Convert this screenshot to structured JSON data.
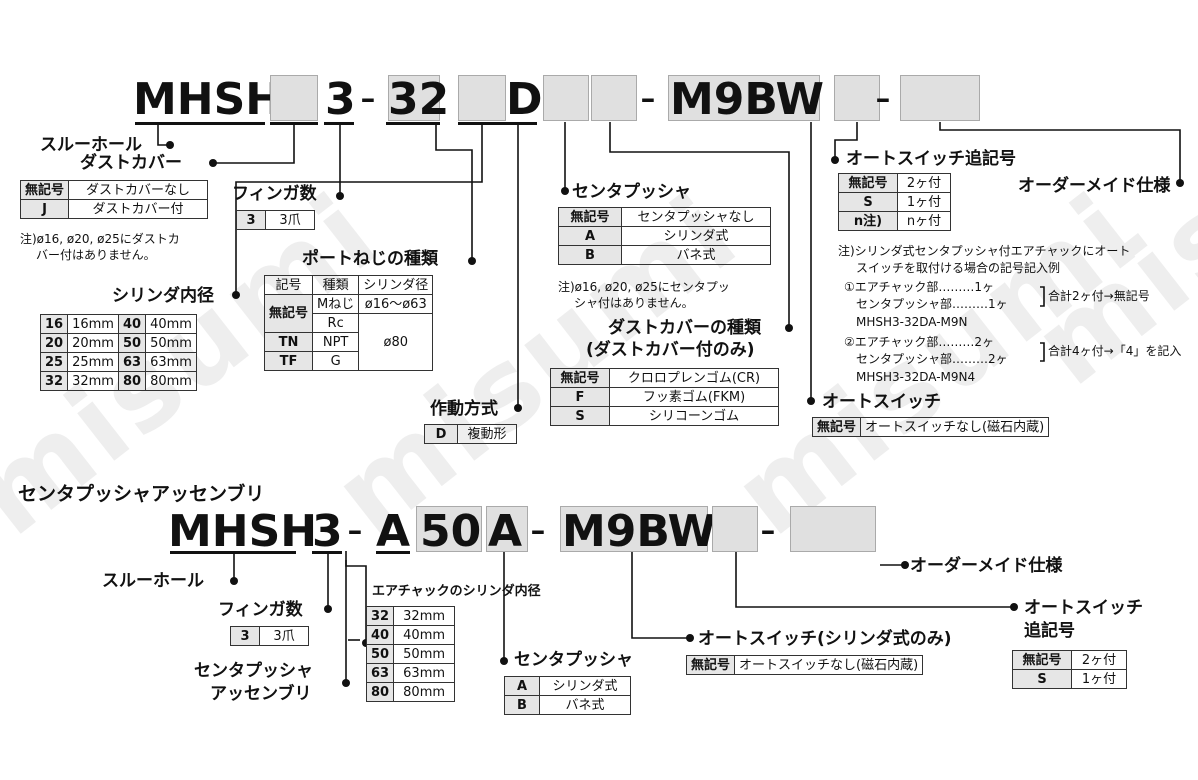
{
  "watermark": "misumi",
  "top": {
    "seg_mhsh": "MHSH",
    "seg_3": "3",
    "dash": "-",
    "seg_32": "32",
    "seg_d": "D",
    "seg_m9bw": "M9BW",
    "through_hole": "スルーホール",
    "dust_cover": {
      "label": "ダストカバー",
      "rows": [
        [
          "無記号",
          "ダストカバーなし"
        ],
        [
          "J",
          "ダストカバー付"
        ]
      ],
      "note": [
        "注)ø16, ø20, ø25にダストカ",
        "バー付はありません。"
      ]
    },
    "finger": {
      "label": "フィンガ数",
      "rows": [
        [
          "3",
          "3爪"
        ]
      ]
    },
    "port": {
      "label": "ポートねじの種類",
      "header": [
        "記号",
        "種類",
        "シリンダ径"
      ],
      "r1": [
        "無記号",
        "Mねじ",
        "ø16〜ø63"
      ],
      "r2": "Rc",
      "r3": [
        "TN",
        "NPT",
        "ø80"
      ],
      "r4": [
        "TF",
        "G"
      ]
    },
    "bore": {
      "label": "シリンダ内径",
      "rows": [
        [
          "16",
          "16mm",
          "40",
          "40mm"
        ],
        [
          "20",
          "20mm",
          "50",
          "50mm"
        ],
        [
          "25",
          "25mm",
          "63",
          "63mm"
        ],
        [
          "32",
          "32mm",
          "80",
          "80mm"
        ]
      ]
    },
    "action": {
      "label": "作動方式",
      "rows": [
        [
          "D",
          "複動形"
        ]
      ]
    },
    "center": {
      "label": "センタプッシャ",
      "rows": [
        [
          "無記号",
          "センタプッシャなし"
        ],
        [
          "A",
          "シリンダ式"
        ],
        [
          "B",
          "バネ式"
        ]
      ],
      "note": [
        "注)ø16, ø20, ø25にセンタプッ",
        "シャ付はありません。"
      ]
    },
    "dust_type": {
      "label1": "ダストカバーの種類",
      "label2": "(ダストカバー付のみ)",
      "rows": [
        [
          "無記号",
          "クロロプレンゴム(CR)"
        ],
        [
          "F",
          "フッ素ゴム(FKM)"
        ],
        [
          "S",
          "シリコーンゴム"
        ]
      ]
    },
    "auto_switch": {
      "label": "オートスイッチ",
      "rows": [
        [
          "無記号",
          "オートスイッチなし(磁石内蔵)"
        ]
      ]
    },
    "switch_count": {
      "label": "オートスイッチ追記号",
      "rows": [
        [
          "無記号",
          "2ヶ付"
        ],
        [
          "S",
          "1ヶ付"
        ],
        [
          "n注)",
          "nヶ付"
        ]
      ]
    },
    "order_made": "オーダーメイド仕様",
    "example": {
      "lines": [
        "注)シリンダ式センタプッシャ付エアチャックにオート",
        "スイッチを取付ける場合の記号記入例"
      ],
      "e1a": "①エアチャック部………1ヶ",
      "e1b": "センタプッシャ部………1ヶ",
      "e1sum": "合計2ヶ付→無記号",
      "e1code": "MHSH3-32DA-M9N",
      "e2a": "②エアチャック部………2ヶ",
      "e2b": "センタプッシャ部………2ヶ",
      "e2sum": "合計4ヶ付→「4」を記入",
      "e2code": "MHSH3-32DA-M9N4"
    }
  },
  "bottom": {
    "title": "センタプッシャアッセンブリ",
    "seg_mhsh": "MHSH",
    "seg_3": "3",
    "dash": "-",
    "seg_a1": "A",
    "seg_50": "50",
    "seg_a2": "A",
    "seg_m9bw": "M9BW",
    "through_hole": "スルーホール",
    "finger": {
      "label": "フィンガ数",
      "rows": [
        [
          "3",
          "3爪"
        ]
      ]
    },
    "assembly": [
      "センタプッシャ",
      "アッセンブリ"
    ],
    "chuck_bore": {
      "label": "エアチャックのシリンダ内径",
      "rows": [
        [
          "32",
          "32mm"
        ],
        [
          "40",
          "40mm"
        ],
        [
          "50",
          "50mm"
        ],
        [
          "63",
          "63mm"
        ],
        [
          "80",
          "80mm"
        ]
      ]
    },
    "center": {
      "label": "センタプッシャ",
      "rows": [
        [
          "A",
          "シリンダ式"
        ],
        [
          "B",
          "バネ式"
        ]
      ]
    },
    "auto_switch": {
      "label": "オートスイッチ(シリンダ式のみ)",
      "rows": [
        [
          "無記号",
          "オートスイッチなし(磁石内蔵)"
        ]
      ]
    },
    "switch_count": {
      "label1": "オートスイッチ",
      "label2": "追記号",
      "rows": [
        [
          "無記号",
          "2ヶ付"
        ],
        [
          "S",
          "1ヶ付"
        ]
      ]
    },
    "order_made": "オーダーメイド仕様"
  }
}
